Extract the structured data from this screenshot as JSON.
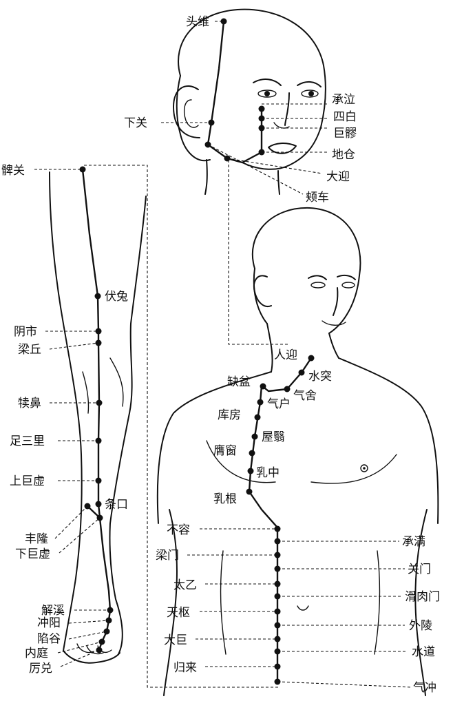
{
  "labels": {
    "touwei": "头维",
    "xiaguan": "下关",
    "chengqi": "承泣",
    "sibai": "四白",
    "juliao": "巨髎",
    "dicang": "地仓",
    "daying": "大迎",
    "jiache": "颊车",
    "biguan": "髀关",
    "futu": "伏兔",
    "yinshi": "阴市",
    "liangqiu": "梁丘",
    "dubi": "犊鼻",
    "zusanli": "足三里",
    "shangjuxu": "上巨虚",
    "tiaokou": "条口",
    "fenglong": "丰隆",
    "xiajuxu": "下巨虚",
    "jiexi": "解溪",
    "chongyang": "冲阳",
    "xiangu": "陷谷",
    "neiting": "内庭",
    "lidui": "厉兑",
    "renying": "人迎",
    "shuitu": "水突",
    "quepen": "缺盆",
    "qishe": "气舍",
    "qihu": "气户",
    "kufang": "库房",
    "wuyi": "屋翳",
    "yingchuang": "膺窗",
    "ruzhong": "乳中",
    "rugen": "乳根",
    "burong": "不容",
    "chengman": "承满",
    "liangmen": "梁门",
    "guanmen": "关门",
    "taiyi": "太乙",
    "huaroumen": "滑肉门",
    "tianshu": "天枢",
    "wailing": "外陵",
    "daju": "大巨",
    "shuidao": "水道",
    "guilai": "归来",
    "qichong": "气冲"
  }
}
